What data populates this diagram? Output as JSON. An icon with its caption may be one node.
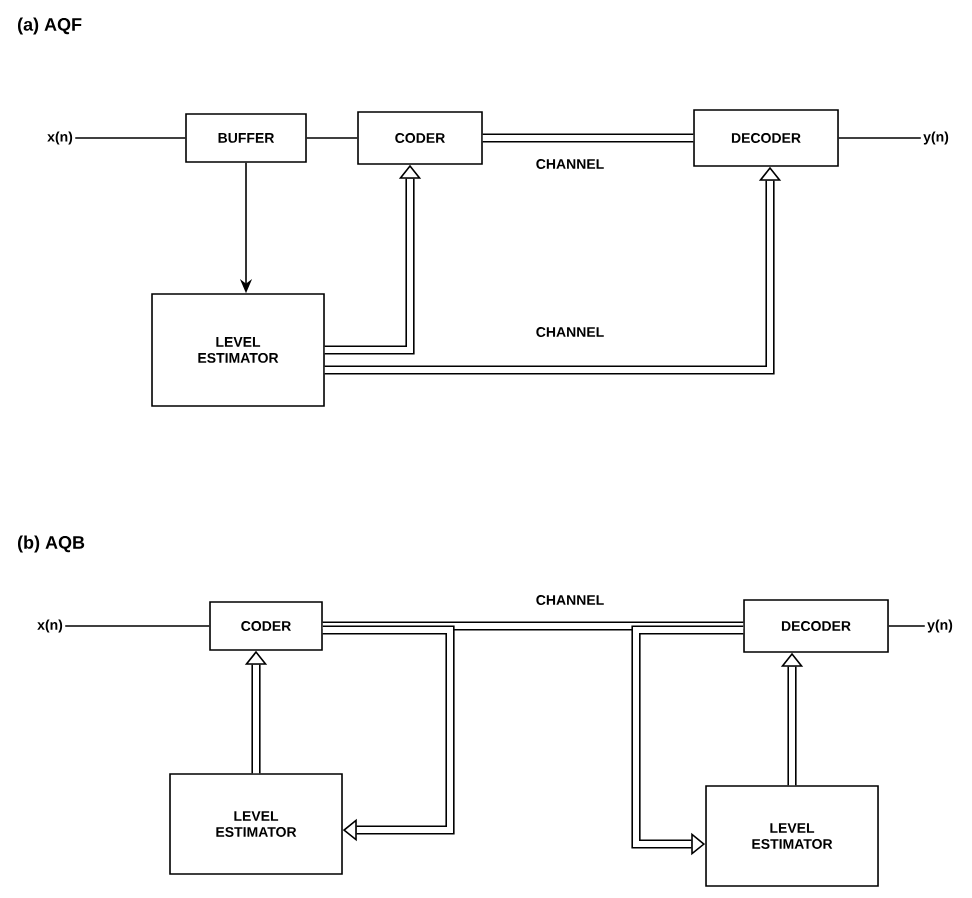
{
  "diagram": {
    "nodes": [
      {
        "text": [
          "x(n)"
        ]
      },
      {
        "text": [
          "BUFFER"
        ]
      },
      {
        "text": [
          "CODER"
        ]
      },
      {
        "text": [
          "DECODER"
        ]
      },
      {
        "text": [
          "y(n)"
        ]
      },
      {
        "text": [
          "LEVEL ESTIMATOR"
        ]
      },
      {
        "text": [
          "x(n)"
        ]
      },
      {
        "text": [
          "CODER"
        ]
      },
      {
        "text": [
          "DECODER"
        ]
      },
      {
        "text": [
          "y(n)"
        ]
      },
      {
        "text": [
          "LEVEL ESTIMATOR"
        ]
      },
      {
        "text": [
          "LEVEL ESTIMATOR"
        ]
      }
    ],
    "edges": [
      {
        "from": 0,
        "to": 1,
        "arrow": "none"
      },
      {
        "from": 1,
        "to": 2,
        "arrow": "none"
      },
      {
        "from": 2,
        "to": 3,
        "arrow": "none",
        "label": "CHANNEL"
      },
      {
        "from": 3,
        "to": 4,
        "arrow": "none"
      },
      {
        "from": 1,
        "to": 5,
        "arrow": "to"
      },
      {
        "from": 5,
        "to": 2,
        "arrow": "to"
      },
      {
        "from": 5,
        "to": 3,
        "arrow": "to",
        "label": "CHANNEL"
      },
      {
        "from": 6,
        "to": 7,
        "arrow": "none"
      },
      {
        "from": 7,
        "to": 8,
        "arrow": "none",
        "label": "CHANNEL"
      },
      {
        "from": 8,
        "to": 9,
        "arrow": "none"
      },
      {
        "from": 10,
        "to": 7,
        "arrow": "to"
      },
      {
        "from": 7,
        "to": 10,
        "arrow": "to"
      },
      {
        "from": 8,
        "to": 11,
        "arrow": "to"
      },
      {
        "from": 11,
        "to": 8,
        "arrow": "to"
      }
    ],
    "labels": [
      "(a) AQF",
      "(b) AQB"
    ]
  }
}
